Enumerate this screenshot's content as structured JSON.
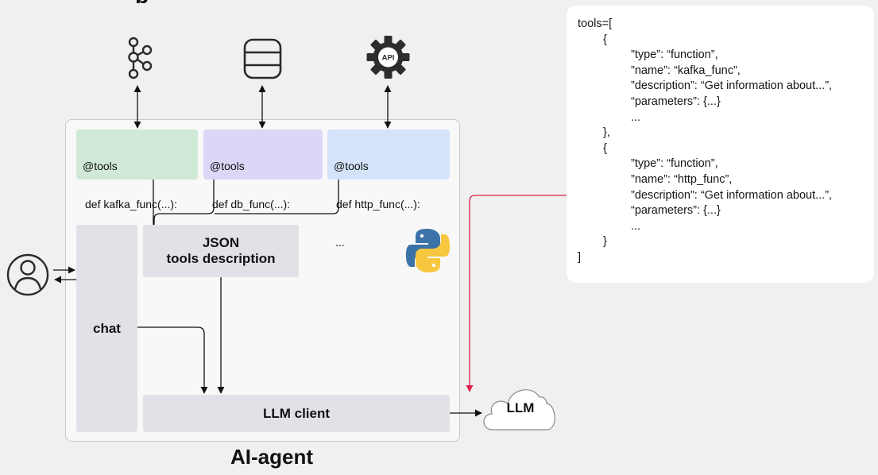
{
  "diagram": {
    "title_fragment": "p",
    "agent_label": "AI-agent",
    "icons": {
      "kafka": "kafka-icon",
      "database": "database-icon",
      "api": "api-gear-icon",
      "api_text": "API",
      "python": "python-logo-icon",
      "user": "user-icon",
      "llm": "cloud-icon"
    },
    "tools": [
      {
        "decorator": "@tools",
        "signature": "def kafka_func(...):",
        "body": "...",
        "color": "#cfe9d6"
      },
      {
        "decorator": "@tools",
        "signature": "def db_func(...):",
        "body": "...",
        "color": "#dcd6f7"
      },
      {
        "decorator": "@tools",
        "signature": "def http_func(...):",
        "body": "...",
        "color": "#d4e3fa"
      }
    ],
    "chat_label": "chat",
    "json_box": {
      "line1": "JSON",
      "line2": "tools description"
    },
    "llm_client_label": "LLM client",
    "llm_label": "LLM",
    "accent_red": "#e0204a"
  },
  "code": {
    "lines": [
      {
        "text": "tools=[",
        "indent": 0
      },
      {
        "text": "{",
        "indent": 1
      },
      {
        "text": "”type”: “function”,",
        "indent": 2
      },
      {
        "text": "”name”: “kafka_func”,",
        "indent": 2
      },
      {
        "text": "”description”: “Get information about...”,",
        "indent": 2
      },
      {
        "text": "“parameters”: {...}",
        "indent": 2
      },
      {
        "text": "...",
        "indent": 2
      },
      {
        "text": "},",
        "indent": 1
      },
      {
        "text": "{",
        "indent": 1
      },
      {
        "text": "”type”: “function”,",
        "indent": 2
      },
      {
        "text": "”name”: “http_func”,",
        "indent": 2
      },
      {
        "text": "”description”: “Get information about...”,",
        "indent": 2
      },
      {
        "text": "“parameters”: {...}",
        "indent": 2
      },
      {
        "text": "...",
        "indent": 2
      },
      {
        "text": "}",
        "indent": 1
      },
      {
        "text": "]",
        "indent": 0
      }
    ]
  }
}
